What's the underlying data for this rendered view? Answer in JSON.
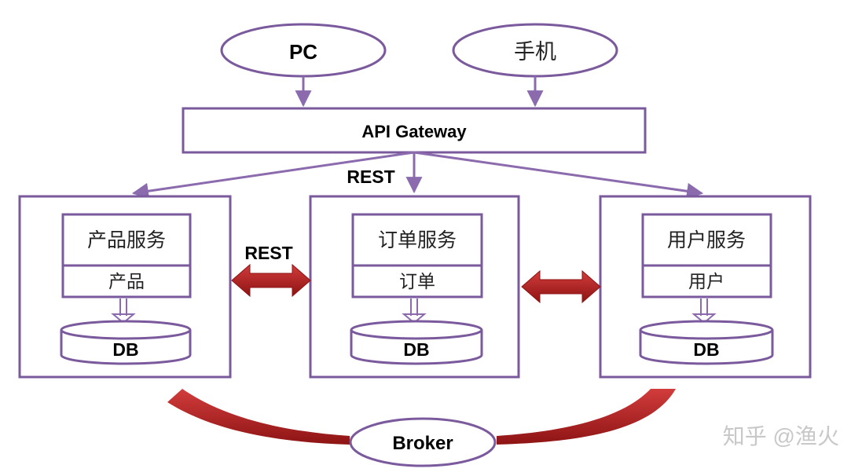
{
  "clients": {
    "pc": "PC",
    "mobile": "手机"
  },
  "gateway": {
    "label": "API Gateway"
  },
  "protocol": {
    "gateway_rest": "REST",
    "inter_service_rest": "REST"
  },
  "services": [
    {
      "service": "产品服务",
      "domain": "产品",
      "db": "DB"
    },
    {
      "service": "订单服务",
      "domain": "订单",
      "db": "DB"
    },
    {
      "service": "用户服务",
      "domain": "用户",
      "db": "DB"
    }
  ],
  "broker": {
    "label": "Broker"
  },
  "watermark": "知乎 @渔火",
  "colors": {
    "stroke": "#7a5a9c",
    "arrow": "#8b6aad",
    "red_arrow": "#b22222"
  }
}
